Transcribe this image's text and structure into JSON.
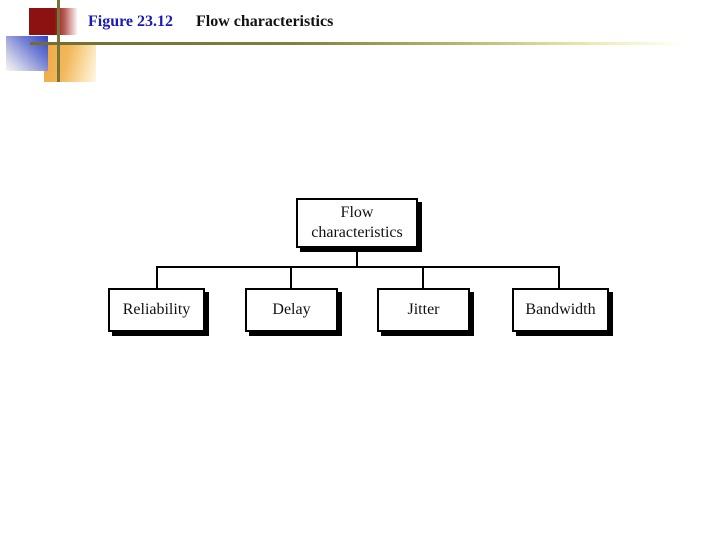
{
  "slide": {
    "figure_label": "Figure 23.12",
    "figure_title": "Flow characteristics"
  },
  "diagram": {
    "root": {
      "label": "Flow characteristics"
    },
    "children": [
      {
        "label": "Reliability"
      },
      {
        "label": "Delay"
      },
      {
        "label": "Jitter"
      },
      {
        "label": "Bandwidth"
      }
    ]
  },
  "colors": {
    "figure_label_blue": "#1a1ab8",
    "accent_olive": "#75753b",
    "accent_maroon": "#8c1212",
    "accent_blue": "#3444c0",
    "accent_orange": "#efa63e",
    "node_border": "#000000",
    "node_shadow": "#000000",
    "background": "#ffffff"
  }
}
